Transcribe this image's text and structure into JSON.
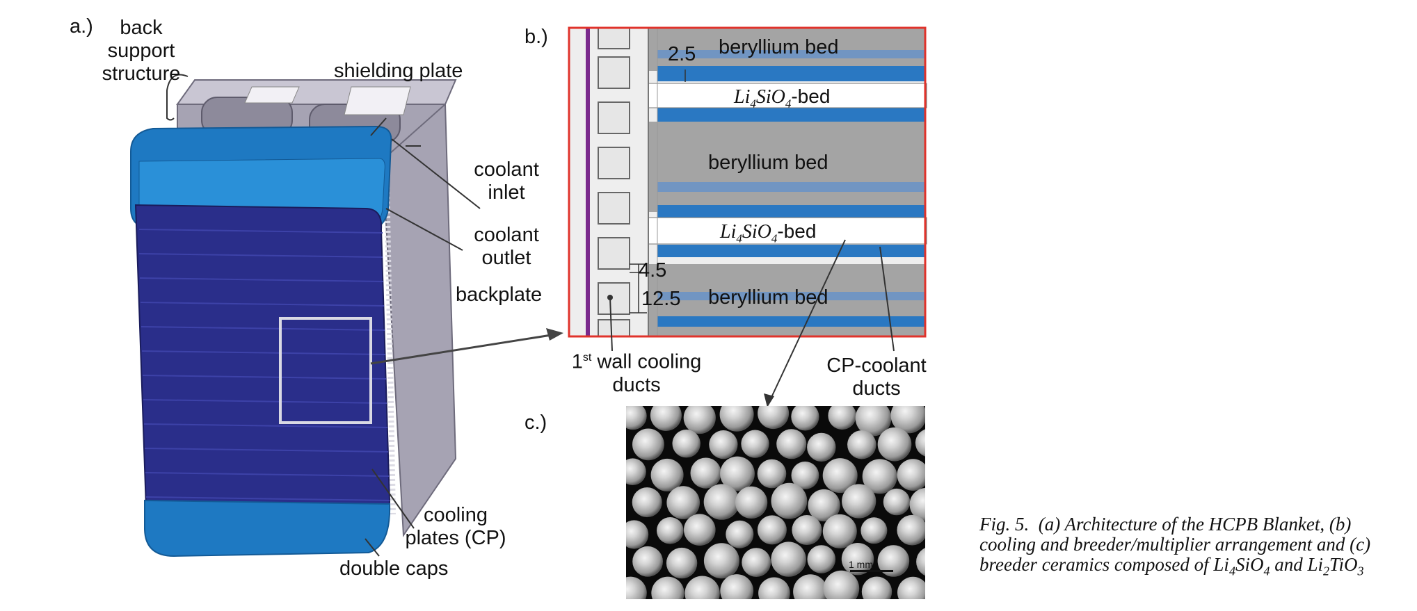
{
  "panel_labels": {
    "a": "a.)",
    "b": "b.)",
    "c": "c.)"
  },
  "panel_a": {
    "back_support_structure": [
      "back",
      "support",
      "structure"
    ],
    "shielding_plate": "shielding plate",
    "coolant_inlet": [
      "coolant",
      "inlet"
    ],
    "coolant_outlet": [
      "coolant",
      "outlet"
    ],
    "backplate": "backplate",
    "cooling_plates": [
      "cooling",
      "plates (CP)"
    ],
    "double_caps": "double caps"
  },
  "panel_b": {
    "beryllium_bed": "beryllium bed",
    "breeder_bed_parts": [
      "Li",
      "4",
      "SiO",
      "4",
      "-bed"
    ],
    "dim_2_5": "2.5",
    "dim_4_5": "4.5",
    "dim_12_5": "12.5",
    "first_wall": {
      "number": "1",
      "superscript": "st",
      "rest": " wall cooling",
      "line2": "ducts"
    },
    "cp_coolant_ducts": [
      "CP-coolant",
      "ducts"
    ]
  },
  "panel_c": {
    "scale_bar": "1 mm"
  },
  "caption": {
    "fig": "Fig. 5.",
    "text": "(a) Architecture of the HCPB Blanket, (b) cooling and breeder/multiplier arrangement and (c) breeder ceramics composed of",
    "formula1": [
      "Li",
      "4",
      "SiO",
      "4"
    ],
    "and": "and",
    "formula2": [
      "Li",
      "2",
      "TiO",
      "3"
    ]
  },
  "colors": {
    "blanket_blue": "#2a2e8a",
    "cap_blue": "#1e79c2",
    "frame_grey": "#a6a3b3",
    "panel_b_border": "#e0332b",
    "first_wall_purple": "#7a2a8c"
  }
}
